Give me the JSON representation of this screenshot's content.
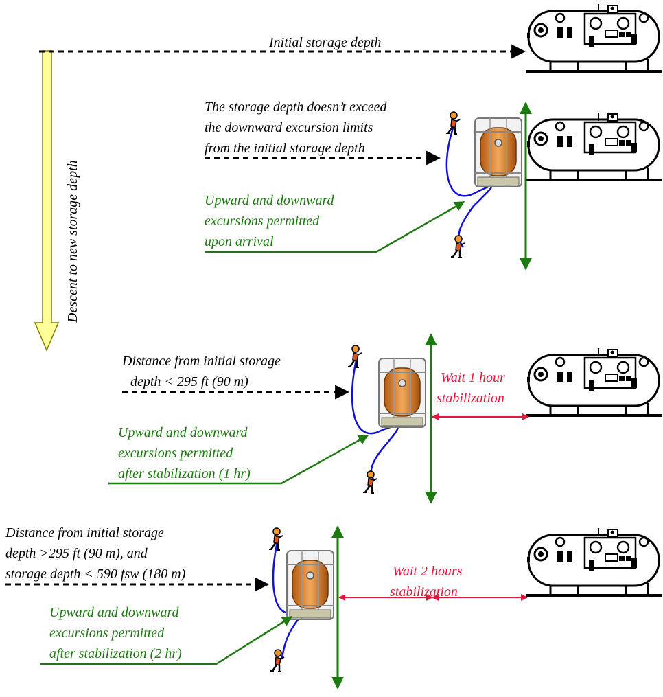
{
  "descent_label": "Descent to new storage depth",
  "level1": {
    "label": "Initial storage depth"
  },
  "level2": {
    "note_lines": [
      "The storage depth doesn’t exceed",
      " the downward excursion limits",
      " from the initial storage depth"
    ],
    "excursion_lines": [
      "Upward and downward",
      "excursions permitted",
      "upon arrival"
    ]
  },
  "level3": {
    "note_lines": [
      "Distance from initial storage",
      "depth < 295 ft (90 m)"
    ],
    "wait_lines": [
      "Wait 1 hour",
      "stabilization"
    ],
    "excursion_lines": [
      "Upward and downward",
      "excursions permitted",
      "after stabilization (1 hr)"
    ]
  },
  "level4": {
    "note_lines": [
      "Distance from initial storage",
      " depth >295 ft (90 m), and",
      "storage depth < 590 fsw (180 m)"
    ],
    "wait_lines": [
      "Wait 2 hours",
      "stabilization"
    ],
    "excursion_lines": [
      "Upward and downward",
      "excursions permitted",
      "after stabilization (2 hr)"
    ]
  },
  "colors": {
    "note_text": "#000000",
    "excursion": "#1d7a10",
    "wait": "#e8173c",
    "descent_fill": "#ffff99",
    "umbilical": "#1010e0",
    "bell": "#e0913a"
  }
}
